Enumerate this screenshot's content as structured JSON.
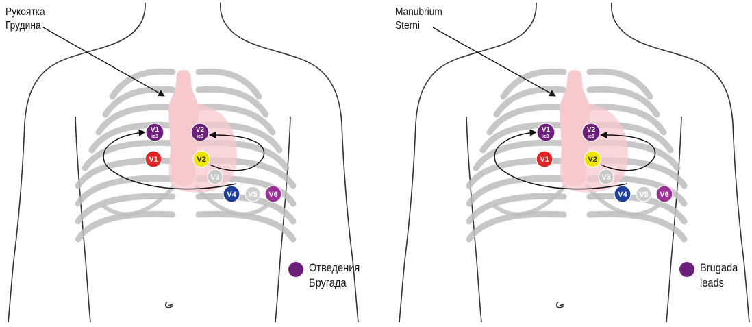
{
  "panels": [
    {
      "id": "russian",
      "landmark_lines": [
        "Рукоятка",
        "Грудина"
      ],
      "legend_lines": [
        "Отведения",
        "Бругада"
      ]
    },
    {
      "id": "english",
      "landmark_lines": [
        "Manubrium",
        "Sterni"
      ],
      "legend_lines": [
        "Brugada",
        "leads"
      ]
    }
  ],
  "electrodes": [
    {
      "label": "V1",
      "sub": "ic3",
      "color": "#6b1f7a",
      "text_color": "#ffffff"
    },
    {
      "label": "V2",
      "sub": "ic3",
      "color": "#6b1f7a",
      "text_color": "#ffffff"
    },
    {
      "label": "V1",
      "sub": "",
      "color": "#e02424",
      "text_color": "#ffffff"
    },
    {
      "label": "V2",
      "sub": "",
      "color": "#f2e600",
      "text_color": "#222222"
    },
    {
      "label": "V3",
      "sub": "",
      "color": "#c8c8c8",
      "text_color": "#ffffff"
    },
    {
      "label": "V4",
      "sub": "",
      "color": "#1f3f9a",
      "text_color": "#ffffff"
    },
    {
      "label": "V5",
      "sub": "",
      "color": "#cfcfcf",
      "text_color": "#ffffff"
    },
    {
      "label": "V6",
      "sub": "",
      "color": "#9a2f98",
      "text_color": "#ffffff"
    }
  ],
  "colors": {
    "brugada_legend": "#6b1f7a",
    "sternum": "#f7c8cc",
    "ribs": "#bdbdbd",
    "outline": "#333333"
  }
}
